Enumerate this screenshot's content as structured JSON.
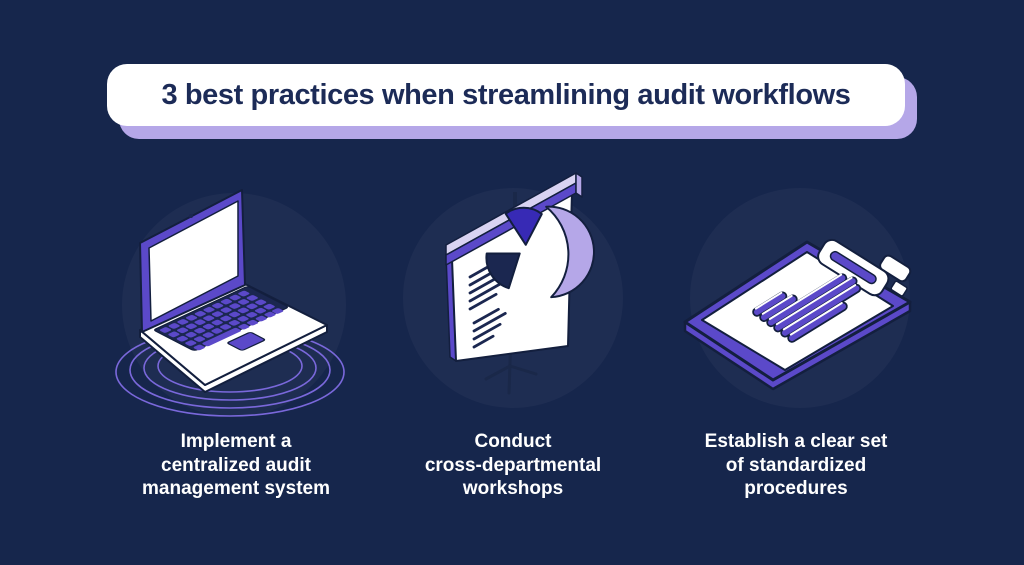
{
  "banner": {
    "title": "3 best practices when streamlining audit workflows"
  },
  "items": [
    {
      "icon": "laptop-illustration",
      "caption": "Implement a\ncentralized audit\nmanagement system"
    },
    {
      "icon": "presentation-screen-illustration",
      "caption": "Conduct\ncross-departmental\nworkshops"
    },
    {
      "icon": "clipboard-illustration",
      "caption": "Establish a clear set\nof standardized\nprocedures"
    }
  ],
  "colors": {
    "background": "#16264C",
    "circle_bg": "#1E2D52",
    "white": "#FFFFFF",
    "title_text": "#1C2B57",
    "purple": "#5B49C9",
    "lavender": "#B5A7E8",
    "pale_lavender": "#D9D3F2",
    "indigo": "#372AB5",
    "outline": "#131F3E",
    "key_bed": "#1B2750",
    "ring": "#7A68DB",
    "stand": "#1A2849"
  }
}
